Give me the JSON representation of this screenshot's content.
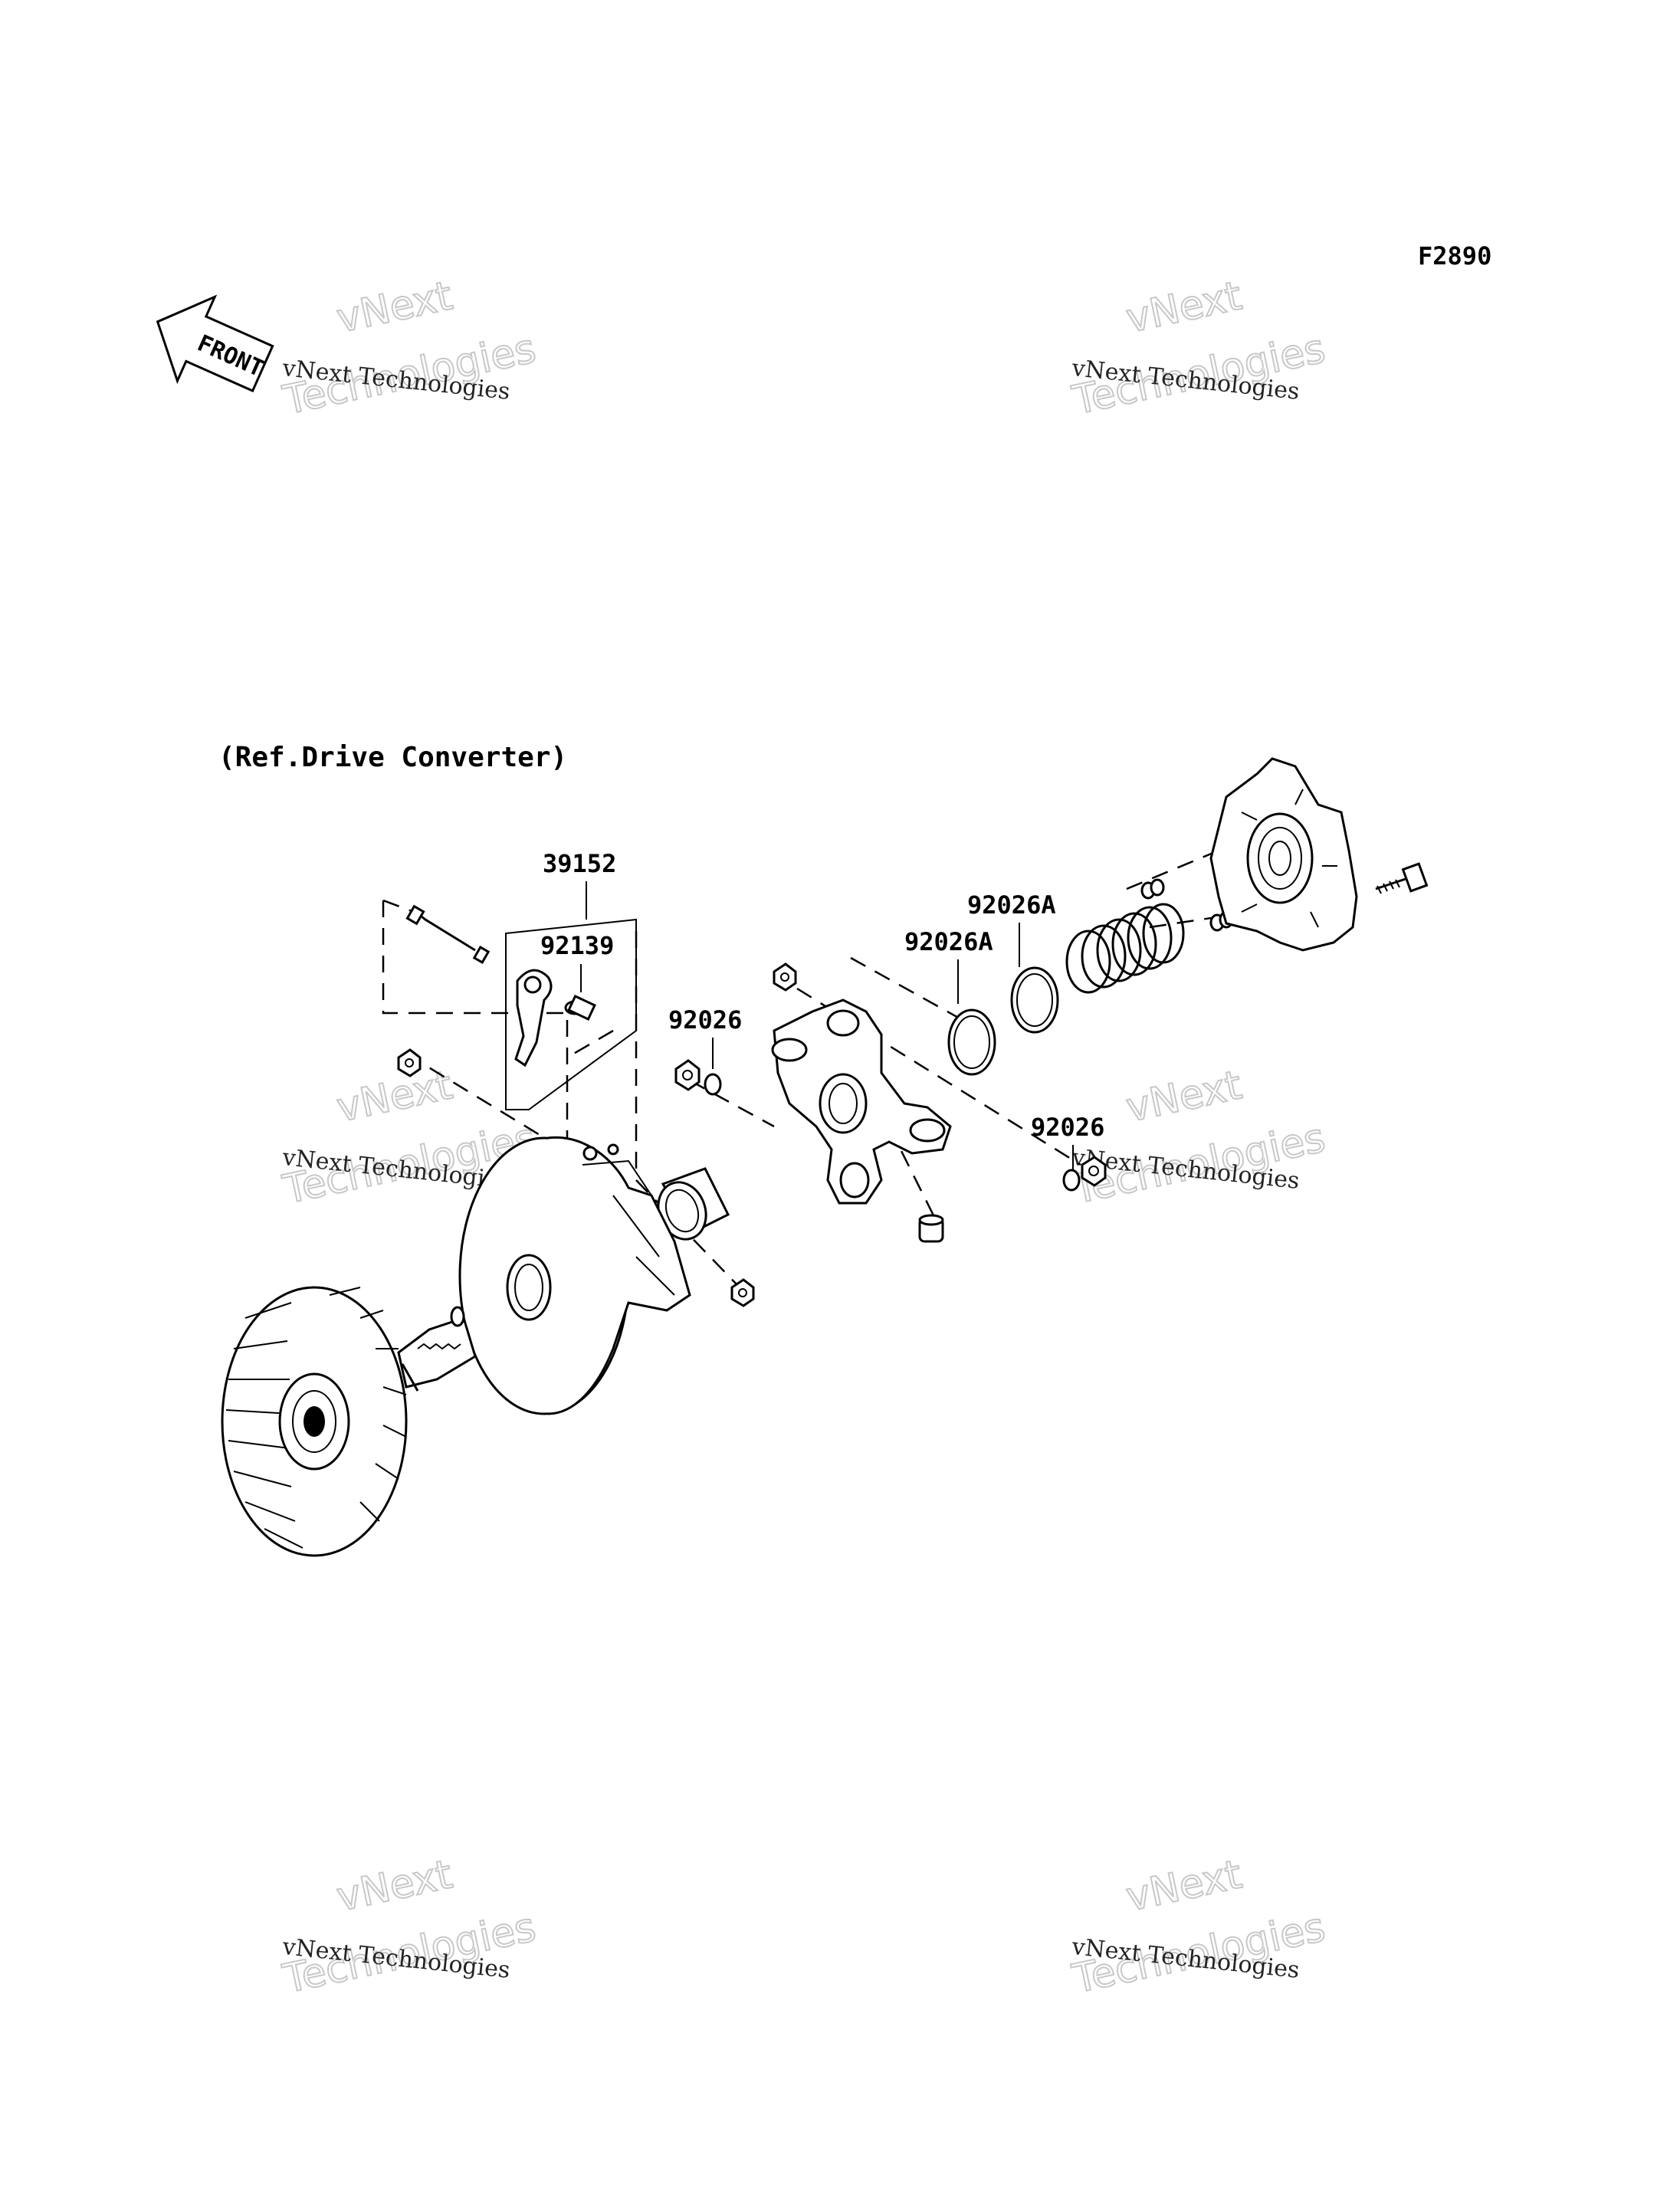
{
  "figure_code": "F2890",
  "front_label": "FRONT",
  "reference_note": "(Ref.Drive Converter)",
  "parts": {
    "p39152": "39152",
    "p92139": "92139",
    "p92026_left": "92026",
    "p92026A_left": "92026A",
    "p92026A_right": "92026A",
    "p92026_right": "92026"
  },
  "watermark": {
    "line1": "vNext Technologies",
    "big1": "vNext",
    "big2": "Technologies"
  },
  "colors": {
    "ink": "#000000",
    "watermark": "#c8c8c8",
    "background": "#ffffff"
  }
}
